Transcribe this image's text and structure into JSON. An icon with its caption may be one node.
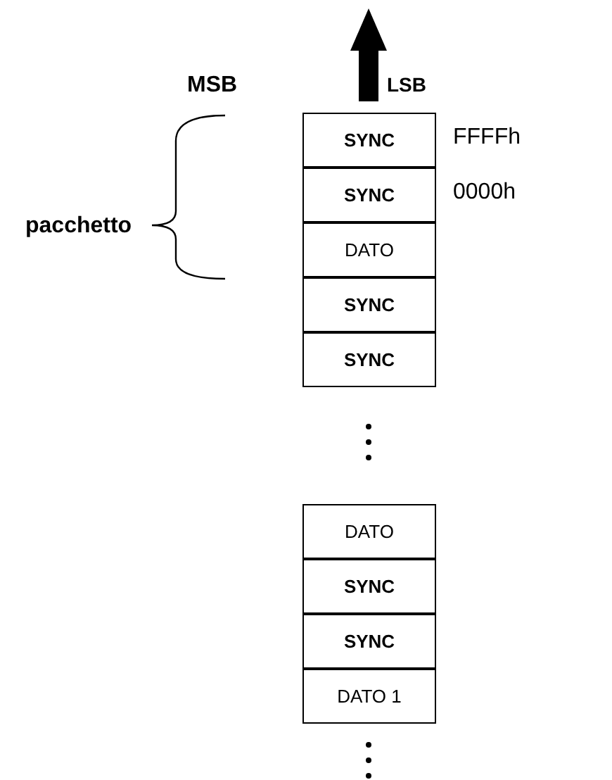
{
  "diagram": {
    "nodes": [
      {
        "text": [
          "SYNC"
        ],
        "beside": [
          "FFFFh"
        ]
      },
      {
        "text": [
          "SYNC"
        ],
        "beside": [
          "0000h"
        ]
      },
      {
        "text": [
          "DATO"
        ]
      },
      {
        "text": [
          "SYNC"
        ]
      },
      {
        "text": [
          "SYNC"
        ]
      },
      {
        "text": [
          "DATO"
        ]
      },
      {
        "text": [
          "SYNC"
        ]
      },
      {
        "text": [
          "SYNC"
        ]
      },
      {
        "text": [
          "DATO 1"
        ]
      }
    ],
    "edges": [],
    "labels": [
      "MSB",
      "LSB",
      "pacchetto"
    ]
  }
}
